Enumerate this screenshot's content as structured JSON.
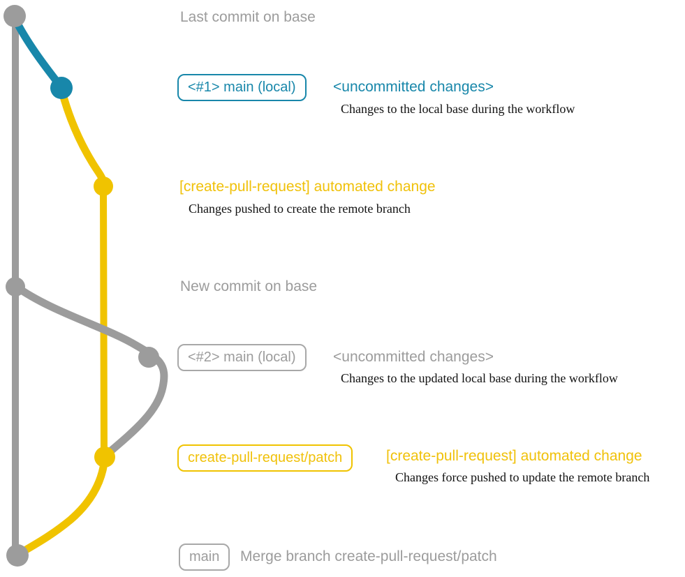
{
  "colors": {
    "branch_gray": "#9c9c9c",
    "branch_teal": "#1887aa",
    "branch_yellow": "#f0c300",
    "subtitle_text": "#111111",
    "background": "#ffffff"
  },
  "graph": {
    "branches": [
      {
        "name": "base",
        "color": "#9c9c9c"
      },
      {
        "name": "main (local)",
        "color": "#1887aa"
      },
      {
        "name": "create-pull-request/patch",
        "color": "#f0c300"
      }
    ],
    "commit_count": 7
  },
  "rows": [
    {
      "title": "Last commit on base"
    },
    {
      "badge": "<#1> main (local)",
      "title": "<uncommitted changes>",
      "subtitle": "Changes to the local base during the workflow"
    },
    {
      "title": "[create-pull-request] automated change",
      "subtitle": "Changes pushed to create the remote branch"
    },
    {
      "title": "New commit on base"
    },
    {
      "badge": "<#2> main (local)",
      "title": "<uncommitted changes>",
      "subtitle": "Changes to the updated local base during the workflow"
    },
    {
      "badge": "create-pull-request/patch",
      "title": "[create-pull-request] automated change",
      "subtitle": "Changes force pushed to update the remote branch"
    },
    {
      "badge": "main",
      "title": "Merge branch create-pull-request/patch"
    }
  ]
}
